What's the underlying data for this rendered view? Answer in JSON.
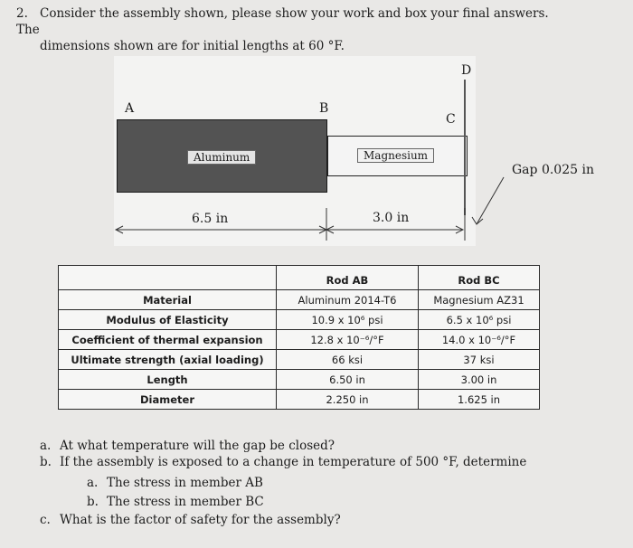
{
  "problem": {
    "number": "2.",
    "line1": "Consider the assembly shown, please show your work and box your final answers. The",
    "line2": "dimensions shown are for initial lengths at 60 °F."
  },
  "figure": {
    "point_a": "A",
    "point_b": "B",
    "point_c": "C",
    "point_d": "D",
    "rod_ab_label": "Aluminum",
    "rod_bc_label": "Magnesium",
    "length_ab": "6.5 in",
    "length_bc": "3.0 in",
    "gap": "Gap 0.025 in"
  },
  "table": {
    "headers": [
      "",
      "Rod AB",
      "Rod BC"
    ],
    "rows": [
      {
        "property": "Material",
        "ab": "Aluminum 2014-T6",
        "bc": "Magnesium AZ31"
      },
      {
        "property": "Modulus of Elasticity",
        "ab": "10.9 x 10⁶ psi",
        "bc": "6.5 x 10⁶ psi"
      },
      {
        "property": "Coefficient of thermal expansion",
        "ab": "12.8 x 10⁻⁶/°F",
        "bc": "14.0 x 10⁻⁶/°F"
      },
      {
        "property": "Ultimate strength (axial loading)",
        "ab": "66 ksi",
        "bc": "37 ksi"
      },
      {
        "property": "Length",
        "ab": "6.50 in",
        "bc": "3.00 in"
      },
      {
        "property": "Diameter",
        "ab": "2.250 in",
        "bc": "1.625 in"
      }
    ]
  },
  "questions": [
    {
      "letter": "a.",
      "text": "At what temperature will the gap be closed?"
    },
    {
      "letter": "b.",
      "text": "If the assembly is exposed to a change in temperature of 500 °F, determine"
    },
    {
      "letter": "a.",
      "text": "The stress in member AB",
      "sub": true
    },
    {
      "letter": "b.",
      "text": "The stress in member BC",
      "sub": true
    },
    {
      "letter": "c.",
      "text": "What is the factor of safety for the assembly?"
    }
  ]
}
